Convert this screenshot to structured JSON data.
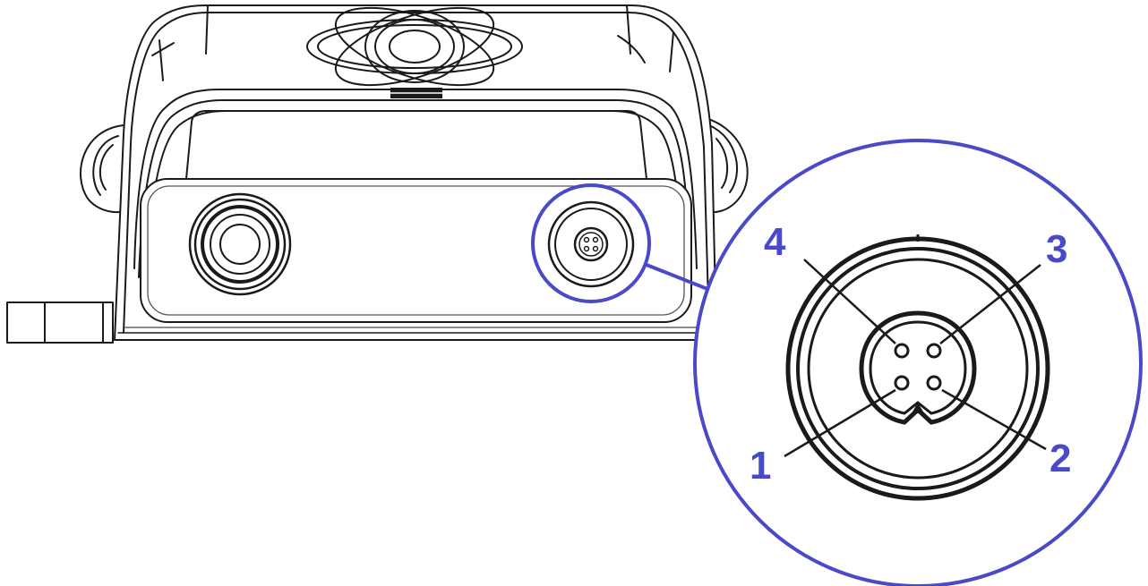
{
  "colors": {
    "callout": "#4a4ac8",
    "line": "#1a1a1a",
    "background": "#ffffff"
  },
  "device": {
    "icon": "device-housing-drawing",
    "logo_icon": "atom-logo-icon",
    "left_port_icon": "round-port-icon",
    "right_port_icon": "4-pin-connector-icon"
  },
  "callout": {
    "icon": "magnified-connector-view",
    "pins": [
      {
        "label": "1"
      },
      {
        "label": "2"
      },
      {
        "label": "3"
      },
      {
        "label": "4"
      }
    ]
  }
}
